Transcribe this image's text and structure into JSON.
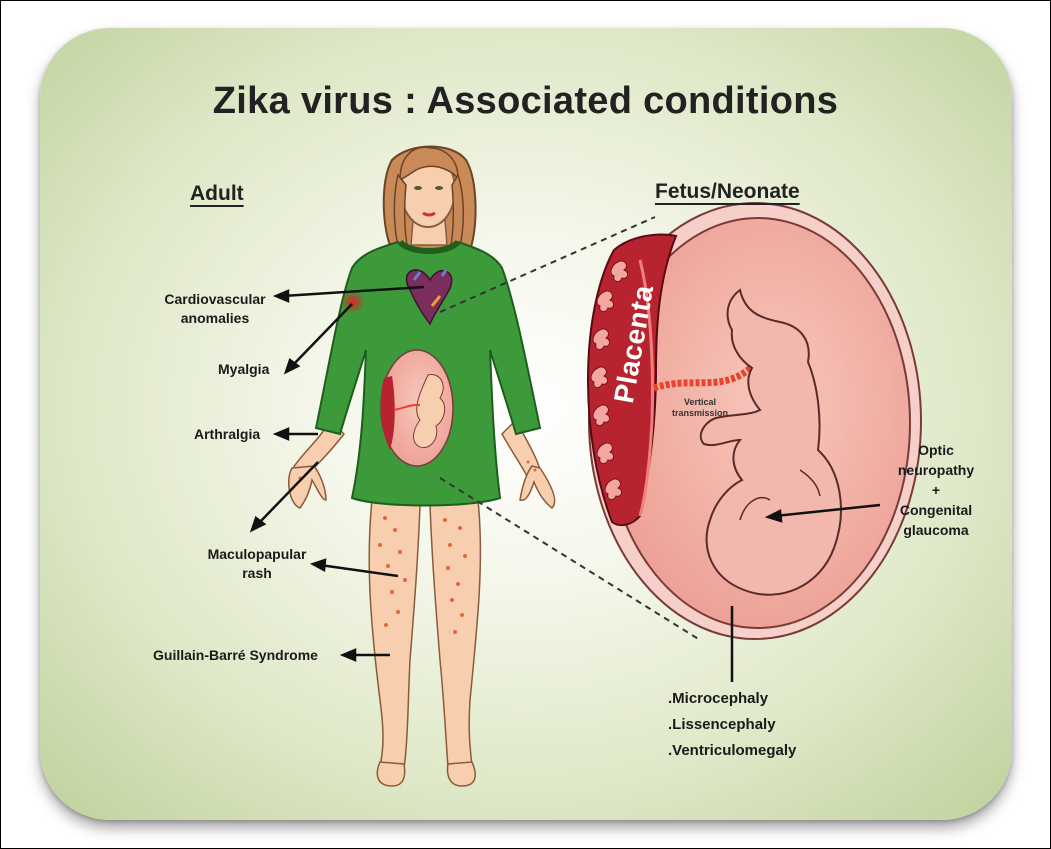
{
  "title": "Zika virus : Associated conditions",
  "headings": {
    "adult": "Adult",
    "fetus": "Fetus/Neonate"
  },
  "adult_labels": {
    "cardiovascular_1": "Cardiovascular",
    "cardiovascular_2": "anomalies",
    "myalgia": "Myalgia",
    "arthralgia": "Arthralgia",
    "rash_1": "Maculopapular",
    "rash_2": "rash",
    "guillain": "Guillain-Barré Syndrome"
  },
  "fetus_labels": {
    "placenta": "Placenta",
    "vertical_1": "Vertical",
    "vertical_2": "transmission",
    "optic_1": "Optic",
    "optic_2": "neuropathy",
    "optic_plus": "+",
    "optic_3": "Congenital",
    "optic_4": "glaucoma",
    "micro": ".Microcephaly",
    "lissen": ".Lissencephaly",
    "ventriculo": ".Ventriculomegaly"
  },
  "colors": {
    "background_green": "#bfd19c",
    "dress": "#3d9a3a",
    "skin": "#f7cfae",
    "uterus": "#f1b7ad",
    "placenta": "#b72430",
    "cord": "#e8452c"
  }
}
